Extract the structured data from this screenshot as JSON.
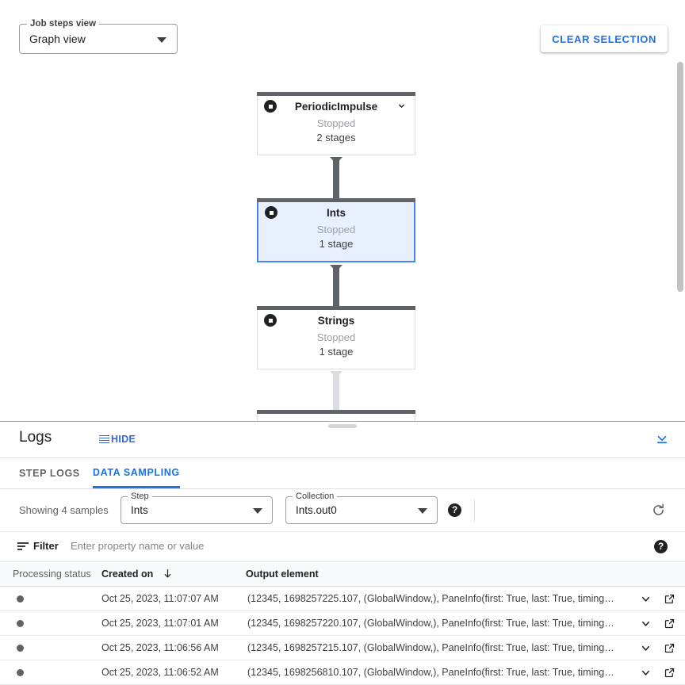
{
  "toolbar": {
    "view_select": {
      "legend": "Job steps view",
      "value": "Graph view"
    },
    "clear_selection_label": "CLEAR SELECTION"
  },
  "graph": {
    "nodes": [
      {
        "name": "PeriodicImpulse",
        "status": "Stopped",
        "stages": "2 stages",
        "selected": false,
        "has_chevron": true
      },
      {
        "name": "Ints",
        "status": "Stopped",
        "stages": "1 stage",
        "selected": true,
        "has_chevron": false
      },
      {
        "name": "Strings",
        "status": "Stopped",
        "stages": "1 stage",
        "selected": false,
        "has_chevron": false
      }
    ]
  },
  "logs": {
    "title": "Logs",
    "hide_label": "HIDE",
    "tabs": [
      {
        "label": "STEP LOGS",
        "active": false
      },
      {
        "label": "DATA SAMPLING",
        "active": true
      }
    ],
    "controls": {
      "showing_text": "Showing 4 samples",
      "step_select": {
        "legend": "Step",
        "value": "Ints"
      },
      "collection_select": {
        "legend": "Collection",
        "value": "Ints.out0"
      },
      "help_glyph": "?"
    },
    "filter": {
      "label": "Filter",
      "placeholder": "Enter property name or value",
      "value": ""
    },
    "table": {
      "columns": [
        "Processing status",
        "Created on",
        "Output element"
      ],
      "sorted_column": "Created on",
      "sort_direction": "desc",
      "rows": [
        {
          "created": "Oct 25, 2023, 11:07:07 AM",
          "element": "(12345, 1698257225.107, (GlobalWindow,), PaneInfo(first: True, last: True, timing…"
        },
        {
          "created": "Oct 25, 2023, 11:07:01 AM",
          "element": "(12345, 1698257220.107, (GlobalWindow,), PaneInfo(first: True, last: True, timing…"
        },
        {
          "created": "Oct 25, 2023, 11:06:56 AM",
          "element": "(12345, 1698257215.107, (GlobalWindow,), PaneInfo(first: True, last: True, timing…"
        },
        {
          "created": "Oct 25, 2023, 11:06:52 AM",
          "element": "(12345, 1698256810.107, (GlobalWindow,), PaneInfo(first: True, last: True, timing…"
        }
      ]
    }
  },
  "colors": {
    "accent_blue": "#1a73e8",
    "selected_node_bg": "#e8f0fe",
    "node_bar": "#5f6368",
    "status_dot": "#5f6368"
  }
}
